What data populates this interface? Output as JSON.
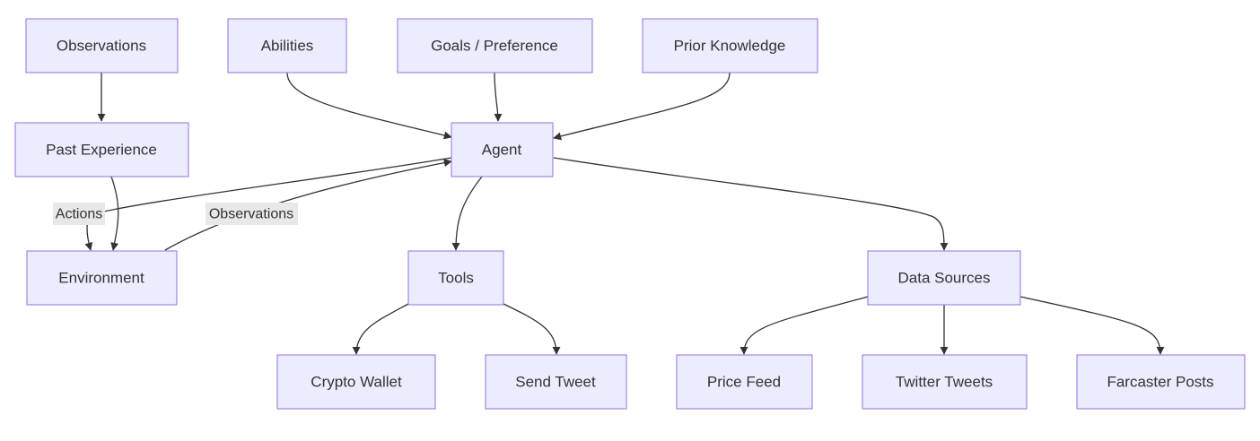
{
  "diagram": {
    "nodes": {
      "observations_top": "Observations",
      "abilities": "Abilities",
      "goals": "Goals / Preference",
      "prior_knowledge": "Prior Knowledge",
      "past_experience": "Past Experience",
      "agent": "Agent",
      "environment": "Environment",
      "tools": "Tools",
      "data_sources": "Data Sources",
      "crypto_wallet": "Crypto Wallet",
      "send_tweet": "Send Tweet",
      "price_feed": "Price Feed",
      "twitter_tweets": "Twitter Tweets",
      "farcaster_posts": "Farcaster Posts"
    },
    "edge_labels": {
      "actions": "Actions",
      "observations": "Observations"
    },
    "colors": {
      "node_fill": "#ECECFF",
      "node_stroke": "#9370DB",
      "edge": "#333333",
      "label_bg": "#E8E8E8"
    }
  }
}
